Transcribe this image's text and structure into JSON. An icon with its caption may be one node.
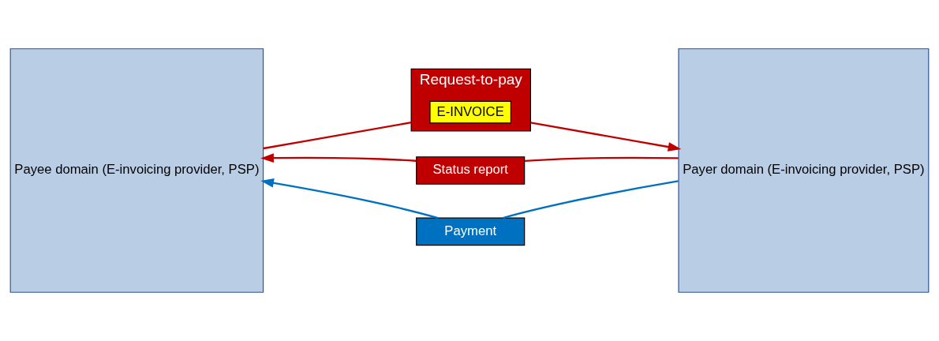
{
  "diagram": {
    "nodes": [
      {
        "text": [
          "Payee domain (E-invoicing provider, PSP)"
        ]
      },
      {
        "text": [
          "Request-to-pay"
        ]
      },
      {
        "text": [
          "E-INVOICE"
        ],
        "in": 1
      },
      {
        "text": [
          "Status report"
        ]
      },
      {
        "text": [
          "Payment"
        ]
      },
      {
        "text": [
          "Payer domain (E-invoicing provider, PSP)"
        ]
      }
    ],
    "edges": [
      {
        "from": 0,
        "to": 1,
        "arrow": "none"
      },
      {
        "from": 1,
        "to": 5,
        "arrow": "to"
      },
      {
        "from": 5,
        "to": 3,
        "arrow": "none"
      },
      {
        "from": 3,
        "to": 0,
        "arrow": "to"
      },
      {
        "from": 5,
        "to": 4,
        "arrow": "none",
        "color": "#0070c0"
      },
      {
        "from": 4,
        "to": 0,
        "arrow": "to",
        "color": "#0070c0"
      }
    ]
  }
}
